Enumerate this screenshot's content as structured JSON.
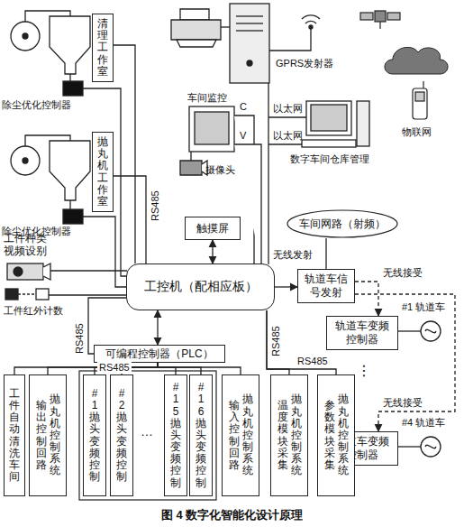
{
  "diagram": {
    "caption": "图 4 数字化智能化设计原理",
    "nodes": [
      {
        "text": [
          "清理工作室"
        ]
      },
      {
        "text": [
          "抛丸机工作室"
        ]
      },
      {
        "text": [
          "触摸屏"
        ]
      },
      {
        "text": [
          "工控机（配相应板）"
        ]
      },
      {
        "text": [
          "车间网路（射频）"
        ]
      },
      {
        "text": [
          "轨道车信号发射"
        ]
      },
      {
        "text": [
          "轨道车变频控制器"
        ]
      },
      {
        "text": [
          "轨道车变频控制器"
        ]
      },
      {
        "text": [
          "可编程控制器（PLC）"
        ]
      },
      {
        "text": [
          "工件自动清洗车间"
        ]
      },
      {
        "text": [
          "抛丸机控制系统",
          "输出控制回路"
        ]
      },
      {
        "text": [
          "#1抛头变频控制"
        ]
      },
      {
        "text": [
          "#2抛头变频控制"
        ]
      },
      {
        "text": [
          "#15抛头变频控制"
        ]
      },
      {
        "text": [
          "#16抛头变频控制"
        ]
      },
      {
        "text": [
          "抛丸机控制系统",
          "输入控制回路"
        ]
      },
      {
        "text": [
          "抛丸机控制系统",
          "温度模块采集"
        ]
      },
      {
        "text": [
          "抛丸机控制系统",
          "参数模块采集"
        ]
      }
    ],
    "edges": [
      {
        "from": 0,
        "to": 3,
        "arrow": "none"
      },
      {
        "from": 1,
        "to": 3,
        "arrow": "none"
      },
      {
        "from": 2,
        "to": 3,
        "arrow": "both"
      },
      {
        "from": 3,
        "to": 5,
        "arrow": "to"
      },
      {
        "from": 5,
        "to": 4,
        "arrow": "none"
      },
      {
        "from": 5,
        "to": 6,
        "arrow": "to",
        "label": "无线接受"
      },
      {
        "from": 5,
        "to": 7,
        "arrow": "to",
        "label": "无线接受"
      },
      {
        "from": 3,
        "to": 8,
        "arrow": "both"
      },
      {
        "from": 3,
        "to": 8,
        "arrow": "none"
      },
      {
        "from": 8,
        "to": 9,
        "arrow": "none"
      },
      {
        "from": 8,
        "to": 10,
        "arrow": "none"
      },
      {
        "from": 8,
        "to": 11,
        "arrow": "none"
      },
      {
        "from": 8,
        "to": 12,
        "arrow": "none"
      },
      {
        "from": 8,
        "to": 13,
        "arrow": "none"
      },
      {
        "from": 8,
        "to": 14,
        "arrow": "none"
      },
      {
        "from": 8,
        "to": 15,
        "arrow": "none"
      },
      {
        "from": 3,
        "to": 16,
        "arrow": "none"
      },
      {
        "from": 3,
        "to": 17,
        "arrow": "none"
      }
    ],
    "labels": [
      "除尘优化控制器",
      "除尘优化控制器",
      "RS485",
      "车间监控",
      "C",
      "V",
      "摄像头",
      "GPRS发射器",
      "以太网",
      "以太网",
      "数字车间仓库管理",
      "物联网",
      "工件种类视频设别",
      "工件红外计数",
      "无线发射",
      "RS485",
      "RS485",
      "RS485",
      "RS485",
      "#1 轨道车",
      "#4 轨道车",
      "⋮",
      "…"
    ]
  }
}
